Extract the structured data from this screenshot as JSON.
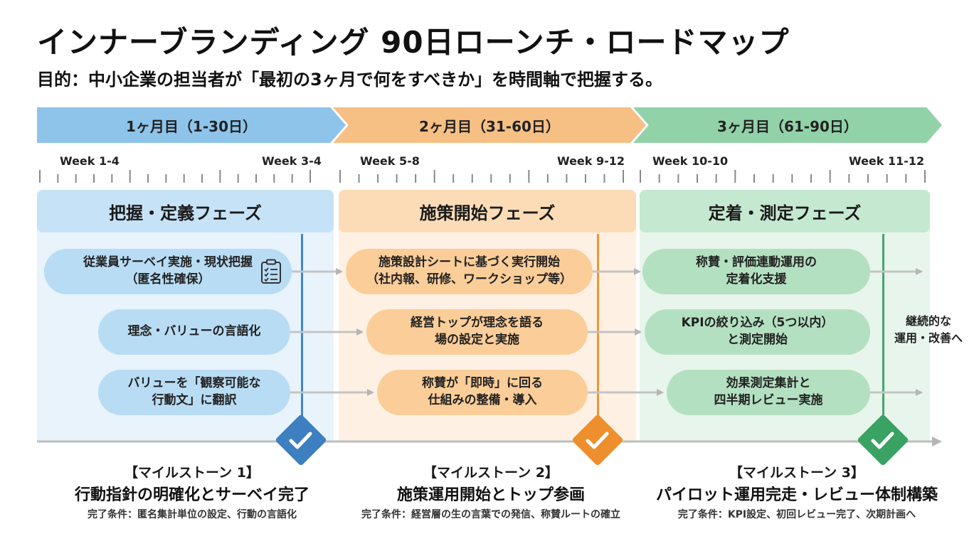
{
  "title": "インナーブランディング 90日ローンチ・ロードマップ",
  "subtitle": "目的：中小企業の担当者が「最初の3ヶ月で何をすべきか」を時間軸で把握する。",
  "months": [
    {
      "label": "1ヶ月目（1-30日）",
      "color": "#8ec4ea"
    },
    {
      "label": "2ヶ月目（31-60日）",
      "color": "#f6bf83"
    },
    {
      "label": "3ヶ月目（61-90日）",
      "color": "#92d2a9"
    }
  ],
  "weeks": [
    "Week 1-4",
    "Week 3-4",
    "Week 5-8",
    "Week 9-12",
    "Week 10-10",
    "Week 11-12"
  ],
  "phases": [
    {
      "title": "把握・定義フェーズ",
      "tasks": [
        "従業員サーベイ実施・現状把握\n（匿名性確保）",
        "理念・バリューの言語化",
        "バリューを「観察可能な\n行動文」に翻訳"
      ]
    },
    {
      "title": "施策開始フェーズ",
      "tasks": [
        "施策設計シートに基づく実行開始\n（社内報、研修、ワークショップ等）",
        "経営トップが理念を語る\n場の設定と実施",
        "称賛が「即時」に回る\n仕組みの整備・導入"
      ]
    },
    {
      "title": "定着・測定フェーズ",
      "tasks": [
        "称賛・評価連動運用の\n定着化支援",
        "KPIの絞り込み（5つ以内）\nと測定開始",
        "効果測定集計と\n四半期レビュー実施"
      ]
    }
  ],
  "continuation": "継続的な\n運用・改善へ",
  "milestones": [
    {
      "label": "【マイルストーン 1】",
      "title": "行動指針の明確化とサーベイ完了",
      "condition": "完了条件：匿名集計単位の設定、行動の言語化",
      "color": "#3d7fc0"
    },
    {
      "label": "【マイルストーン 2】",
      "title": "施策運用開始とトップ参画",
      "condition": "完了条件：経営層の生の言葉での発信、称賛ルートの確立",
      "color": "#ee8f2e"
    },
    {
      "label": "【マイルストーン 3】",
      "title": "パイロット運用完走・レビュー体制構築",
      "condition": "完了条件：KPI設定、初回レビュー完了、次期計画へ",
      "color": "#3aa262"
    }
  ],
  "icons": {
    "task_doc": "clipboard-checklist-icon",
    "milestone": "check-icon"
  }
}
